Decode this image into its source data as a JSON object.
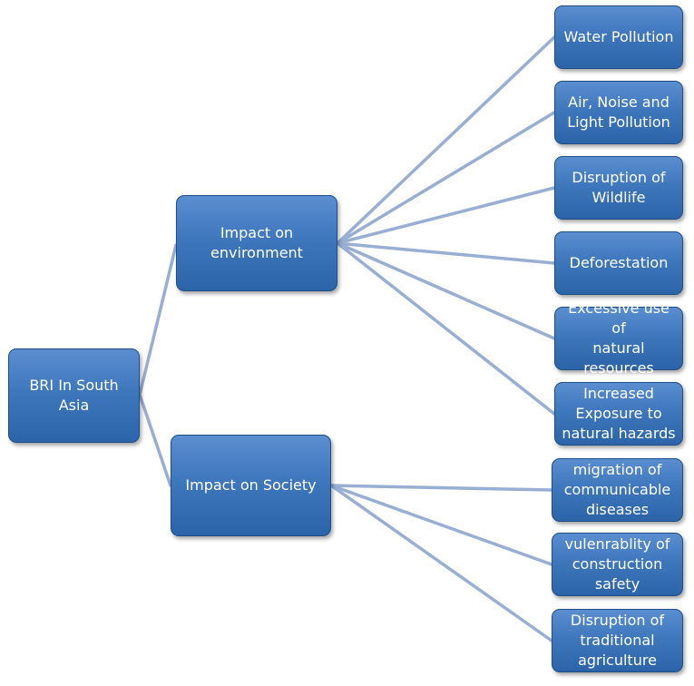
{
  "diagram": {
    "root": {
      "label": "BRI In South\nAsia"
    },
    "categories": [
      {
        "label": "Impact on\nenvironment",
        "leaves": [
          "Water Pollution",
          "Air, Noise and\nLight Pollution",
          "Disruption of\nWildlife",
          "Deforestation",
          "Excessive use of\nnatural\nresources",
          "Increased\nExposure to\nnatural hazards"
        ]
      },
      {
        "label": "Impact on Society",
        "leaves": [
          "migration of\ncommunicable\ndiseases",
          "vulenrablity of\nconstruction\nsafety",
          "Disruption of\ntraditional\nagriculture"
        ]
      }
    ],
    "colors": {
      "node_fill": "#3f77bd",
      "node_border": "#1f4d86",
      "connector": "#98aed3",
      "text": "#ffffff"
    }
  }
}
